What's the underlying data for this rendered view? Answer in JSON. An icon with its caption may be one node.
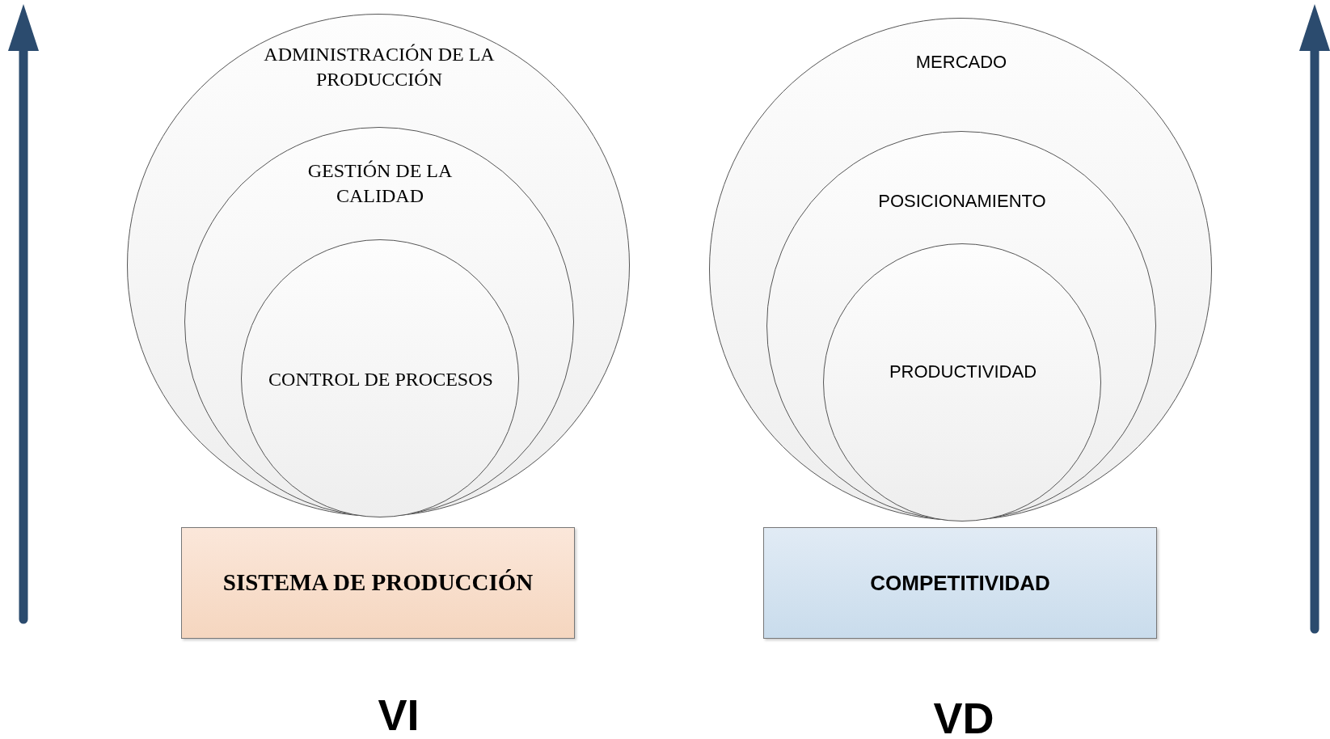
{
  "diagram": {
    "nodes": [
      {
        "text": [
          "ADMINISTRACIÓN DE LA PRODUCCIÓN"
        ]
      },
      {
        "text": [
          "GESTIÓN DE LA CALIDAD"
        ],
        "in": 0
      },
      {
        "text": [
          "CONTROL DE PROCESOS"
        ],
        "in": 1
      },
      {
        "text": [
          "SISTEMA DE PRODUCCIÓN"
        ]
      },
      {
        "text": [
          "MERCADO"
        ]
      },
      {
        "text": [
          "POSICIONAMIENTO"
        ],
        "in": 4
      },
      {
        "text": [
          "PRODUCTIVIDAD"
        ],
        "in": 5
      },
      {
        "text": [
          "COMPETITIVIDAD"
        ]
      }
    ],
    "labels": [
      "VI",
      "VD"
    ]
  }
}
